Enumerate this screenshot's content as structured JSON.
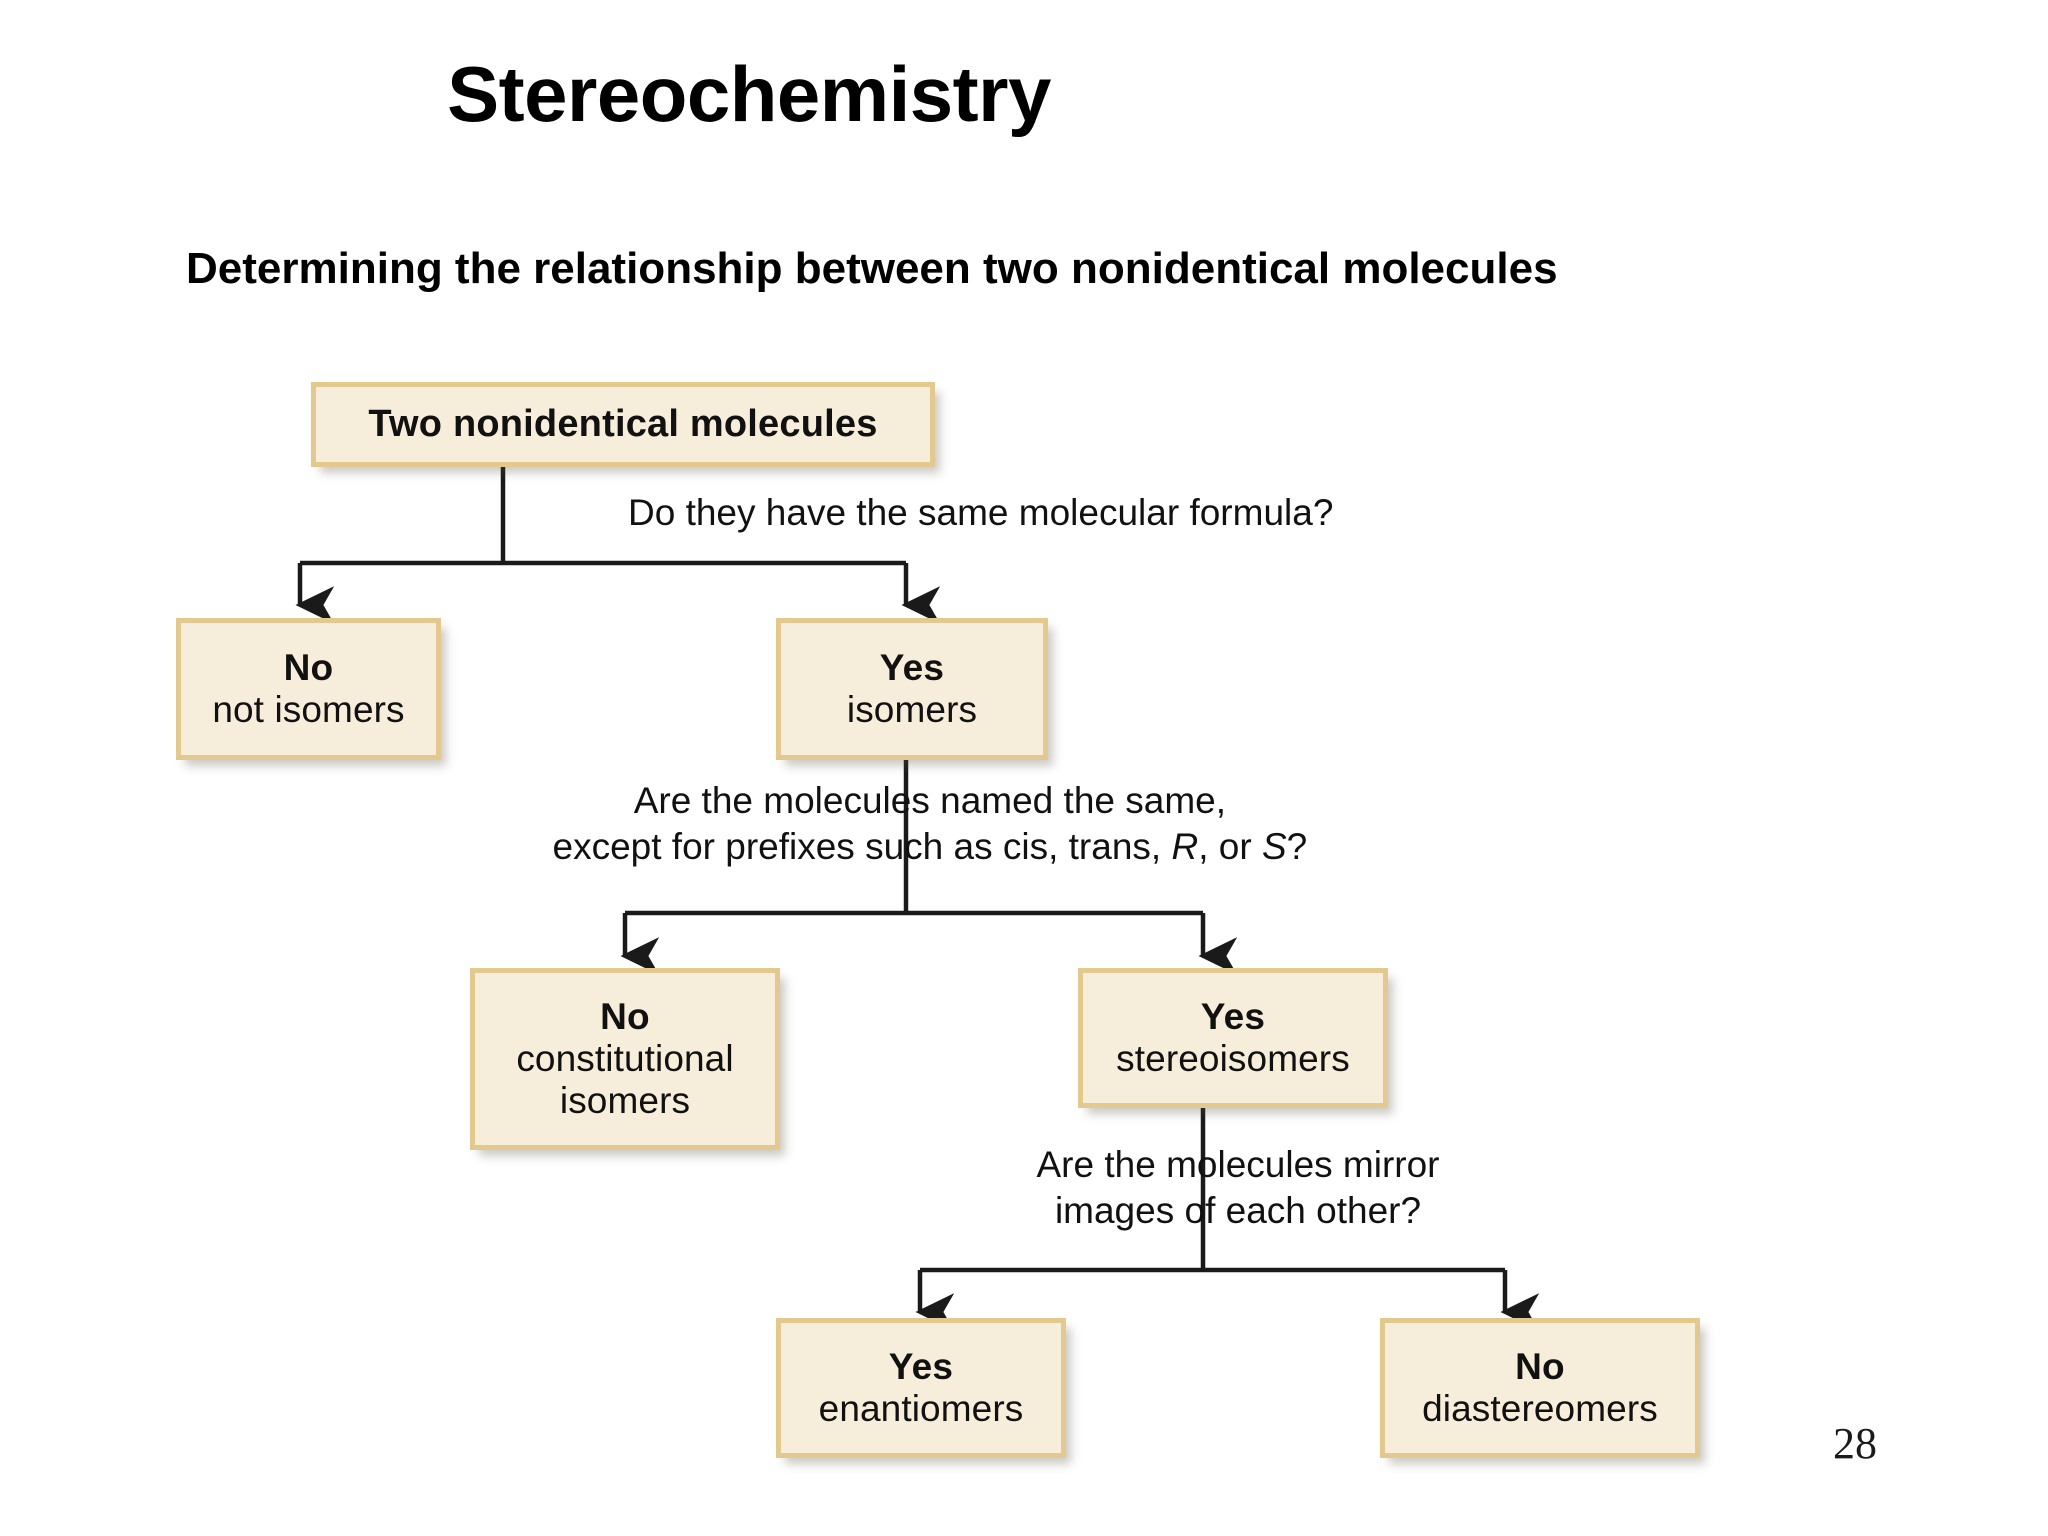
{
  "slide": {
    "title": "Stereochemistry",
    "subtitle": "Determining the relationship between two nonidentical molecules",
    "page_number": "28"
  },
  "palette": {
    "box_fill": "#F6EDDB",
    "box_border": "#E3C98E",
    "connector": "#1a1a1a",
    "text": "#111111"
  },
  "flowchart": {
    "type": "decision-tree",
    "root": {
      "label": "Two nonidentical molecules"
    },
    "questions": [
      {
        "id": "q1",
        "line1": "Do they have the same molecular formula?",
        "line2": ""
      },
      {
        "id": "q2",
        "line1": "Are the molecules named the same,",
        "line2_a": "except for prefixes such as cis, trans, ",
        "line2_italic1": "R",
        "line2_b": ", or ",
        "line2_italic2": "S",
        "line2_c": "?"
      },
      {
        "id": "q3",
        "line1": "Are the molecules mirror",
        "line2": "images of each other?"
      }
    ],
    "nodes": [
      {
        "id": "n-no-isomers",
        "answer": "No",
        "detail": "not isomers"
      },
      {
        "id": "n-yes-isomers",
        "answer": "Yes",
        "detail": "isomers"
      },
      {
        "id": "n-no-constitutional",
        "answer": "No",
        "detail": "constitutional",
        "detail2": "isomers"
      },
      {
        "id": "n-yes-stereo",
        "answer": "Yes",
        "detail": "stereoisomers"
      },
      {
        "id": "n-yes-enantiomers",
        "answer": "Yes",
        "detail": "enantiomers"
      },
      {
        "id": "n-no-diastereomers",
        "answer": "No",
        "detail": "diastereomers"
      }
    ]
  }
}
